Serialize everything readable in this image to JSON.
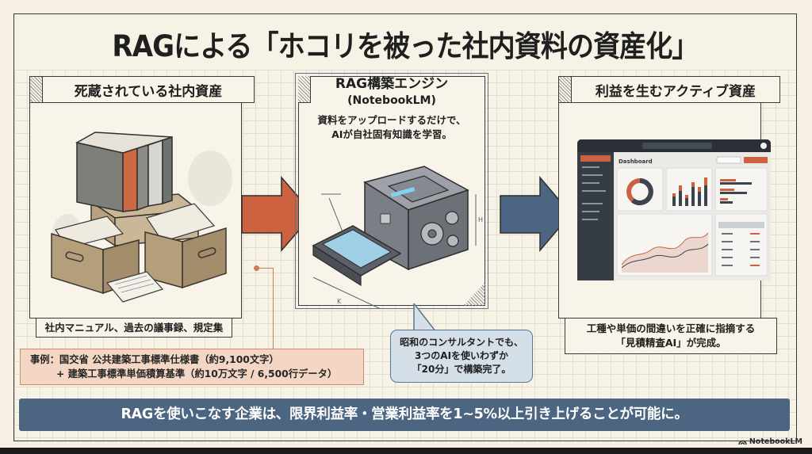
{
  "title": "RAGによる「ホコリを被った社内資料の資産化」",
  "panels": {
    "left": {
      "heading": "死蔵されている社内資産",
      "illustration": "archive-boxes-and-binders",
      "caption": "社内マニュアル、過去の議事録、規定集"
    },
    "center": {
      "heading": "RAG構築エンジン",
      "subheading": "(NotebookLM)",
      "description_line1": "資料をアップロードするだけで、",
      "description_line2": "AIが自社固有知識を学習。",
      "illustration": "scanning-machine-with-gears",
      "dimension_labels": {
        "height": "H",
        "width": "K"
      }
    },
    "right": {
      "heading": "利益を生むアクティブ資産",
      "illustration": "analytics-dashboard",
      "dashboard_title": "Dashboard",
      "caption_line1": "工種や単価の間違いを正確に指摘する",
      "caption_line2": "「見積精査AI」が完成。"
    }
  },
  "case_example": {
    "line1": "事例：国交省 公共建築工事標準仕様書（約9,100文字）",
    "line2": "+ 建築工事標準単価積算基準（約10万文字 / 6,500行データ）"
  },
  "speech_bubble": {
    "line1": "昭和のコンサルタントでも、",
    "line2": "3つのAIを使いわずか",
    "line3": "「20分」で構築完了。"
  },
  "footer": "RAGを使いこなす企業は、限界利益率・営業利益率を1~5%以上引き上げることが可能に。",
  "brand": "NotebookLM",
  "colors": {
    "accent_orange": "#cc6240",
    "accent_blue": "#4c6580",
    "case_fill": "#f3d6c4",
    "bubble_fill": "#d5dfe8",
    "paper": "#f7f2e6"
  },
  "arrows": [
    {
      "from": "left",
      "to": "center",
      "color": "#cc6240"
    },
    {
      "from": "center",
      "to": "right",
      "color": "#4c6580"
    }
  ]
}
